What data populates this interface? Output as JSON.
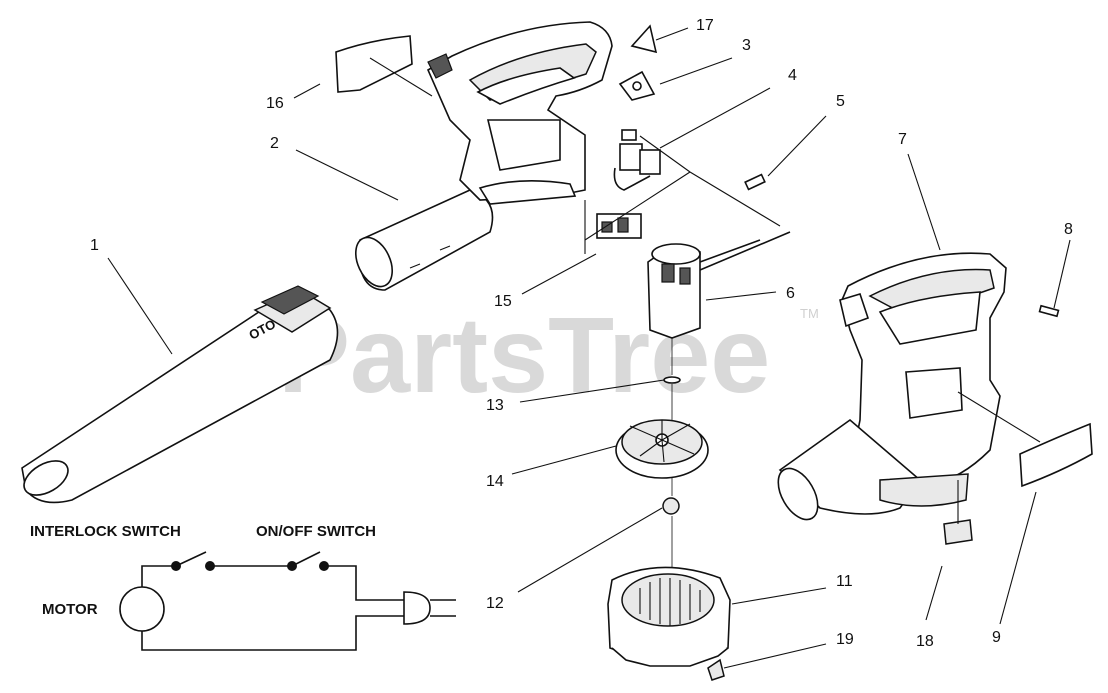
{
  "watermark": {
    "text": "PartsTree",
    "trademark": "TM"
  },
  "callouts": [
    {
      "id": "1",
      "label": "1"
    },
    {
      "id": "2",
      "label": "2"
    },
    {
      "id": "3",
      "label": "3"
    },
    {
      "id": "4",
      "label": "4"
    },
    {
      "id": "5",
      "label": "5"
    },
    {
      "id": "6",
      "label": "6"
    },
    {
      "id": "7",
      "label": "7"
    },
    {
      "id": "8",
      "label": "8"
    },
    {
      "id": "9",
      "label": "9"
    },
    {
      "id": "11",
      "label": "11"
    },
    {
      "id": "12",
      "label": "12"
    },
    {
      "id": "13",
      "label": "13"
    },
    {
      "id": "14",
      "label": "14"
    },
    {
      "id": "15",
      "label": "15"
    },
    {
      "id": "16",
      "label": "16"
    },
    {
      "id": "17",
      "label": "17"
    },
    {
      "id": "18",
      "label": "18"
    },
    {
      "id": "19",
      "label": "19"
    }
  ],
  "wiring": {
    "interlock_label": "INTERLOCK SWITCH",
    "onoff_label": "ON/OFF SWITCH",
    "motor_label": "MOTOR"
  },
  "tube_brand": "OTO"
}
